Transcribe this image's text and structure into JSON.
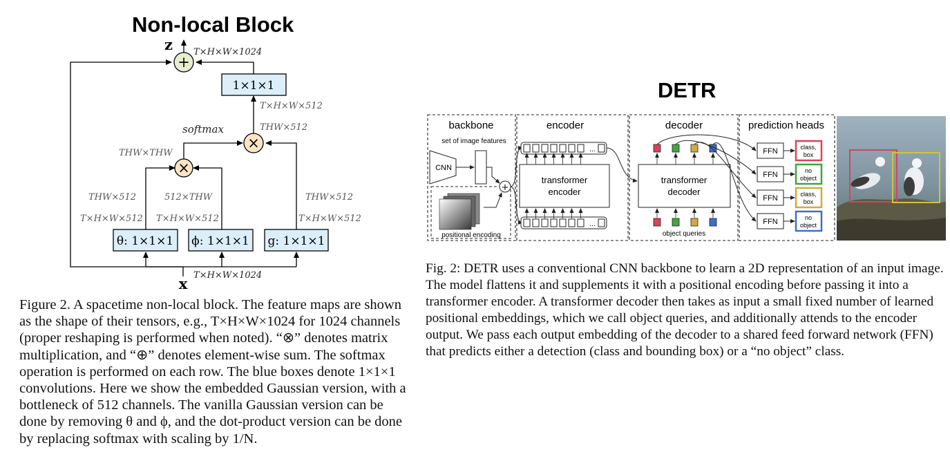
{
  "left_figure": {
    "heading": "Non-local Block",
    "node_z": "z",
    "node_x": "x",
    "dim_top": "T×H×W×1024",
    "dim_bottom": "T×H×W×1024",
    "conv_out_label": "1×1×1",
    "dim_after_mult2": "T×H×W×512",
    "dim_mult2_right": "THW×512",
    "softmax_label": "softmax",
    "dim_thw_thw": "THW×THW",
    "dim_theta_top": "THW×512",
    "dim_phi_top": "512×THW",
    "dim_g_top": "THW×512",
    "dim_theta_in": "T×H×W×512",
    "dim_phi_in": "T×H×W×512",
    "dim_g_in": "T×H×W×512",
    "theta_label": "θ: 1×1×1",
    "phi_label": "ϕ: 1×1×1",
    "g_label": "g: 1×1×1",
    "plus_symbol": "+",
    "times_symbol": "×",
    "caption": "Figure 2. A spacetime non-local block.  The feature maps are shown as the shape of their tensors, e.g., T×H×W×1024 for 1024 channels (proper reshaping is performed when noted). “⊗” denotes matrix multiplication, and “⊕” denotes element-wise sum. The softmax operation is performed on each row. The blue boxes denote 1×1×1 convolutions. Here we show the embedded Gaussian version, with a bottleneck of 512 channels. The vanilla Gaussian version can be done by removing θ and ϕ, and the dot-product version can be done by replacing softmax with scaling by 1/N."
  },
  "right_figure": {
    "heading": "DETR",
    "sections": [
      "backbone",
      "encoder",
      "decoder",
      "prediction heads"
    ],
    "set_features_label": "set of image features",
    "cnn_label": "CNN",
    "positional_encoding_label": "positional encoding",
    "encoder_label": "transformer encoder",
    "decoder_label": "transformer decoder",
    "object_queries_label": "object queries",
    "ellipsis": "...",
    "ffn_label": "FFN",
    "outputs": [
      {
        "label": "class, box",
        "color": "#d9435a"
      },
      {
        "label": "no object",
        "color": "#3fa640"
      },
      {
        "label": "class, box",
        "color": "#d2a93c"
      },
      {
        "label": "no object",
        "color": "#3d6ecf"
      }
    ],
    "query_colors": [
      "#d9435a",
      "#3fa640",
      "#d2a93c",
      "#3d6ecf"
    ],
    "caption": "Fig. 2: DETR uses a conventional CNN backbone to learn a 2D representation of an input image. The model flattens it and supplements it with a positional encoding before passing it into a transformer encoder. A transformer decoder then takes as input a small fixed number of learned positional embeddings, which we call object queries, and additionally attends to the encoder output. We pass each output embedding of the decoder to a shared feed forward network (FFN) that predicts either a detection (class and bounding box) or a “no object” class."
  },
  "colors": {
    "conv_box_fill": "#dceefa",
    "plus_fill": "#e3efcf",
    "times_fill": "#fbe3c5",
    "dim_text": "#555555"
  }
}
